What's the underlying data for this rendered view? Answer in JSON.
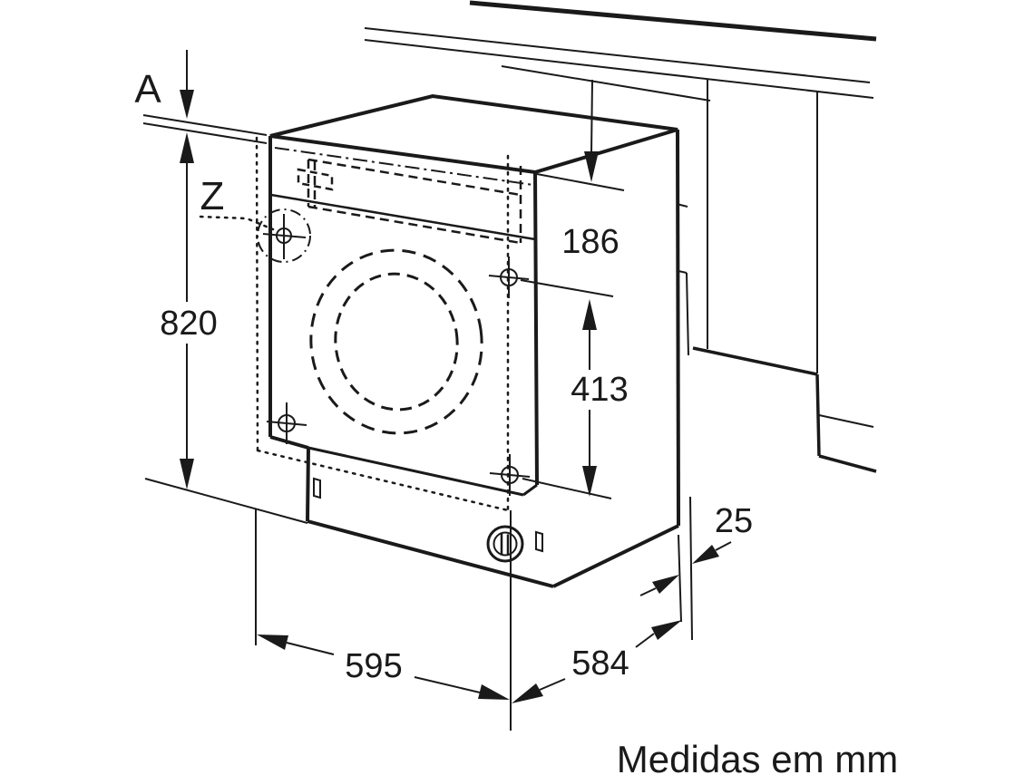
{
  "colors": {
    "line_color": "#1a1a1a",
    "background": "#ffffff"
  },
  "diagram": {
    "note": "Medidas em mm",
    "callouts": {
      "worktop": "A",
      "hinge_detail": "Z"
    },
    "dimensions": {
      "niche_height": "820",
      "top_clearance": "186",
      "mounting_hole_spacing": "413",
      "rear_gap": "25",
      "niche_width": "595",
      "appliance_depth": "584"
    }
  }
}
